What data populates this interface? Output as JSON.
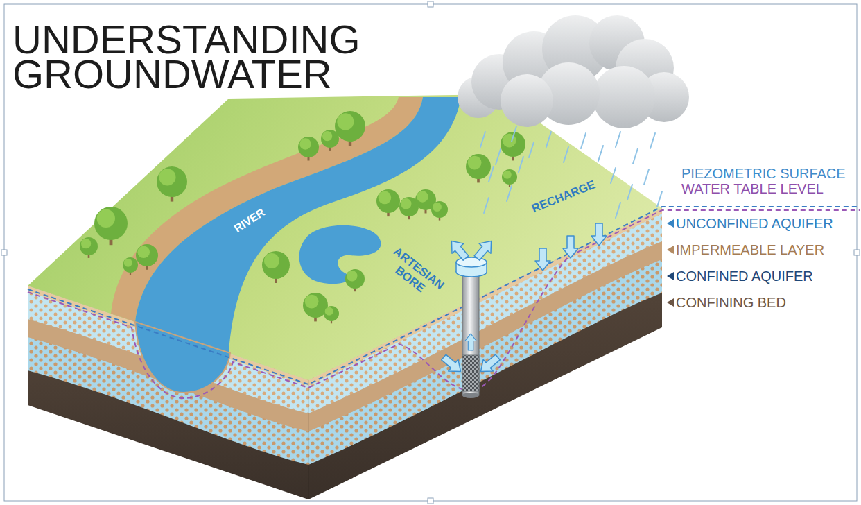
{
  "diagram": {
    "title": "UNDERSTANDING GROUNDWATER",
    "labels": [
      "RIVER",
      "ARTESIAN BORE",
      "RECHARGE",
      "PIEZOMETRIC SURFACE",
      "WATER TABLE LEVEL",
      "UNCONFINED AQUIFER",
      "IMPERMEABLE LAYER",
      "CONFINED AQUIFER",
      "CONFINING BED"
    ]
  }
}
